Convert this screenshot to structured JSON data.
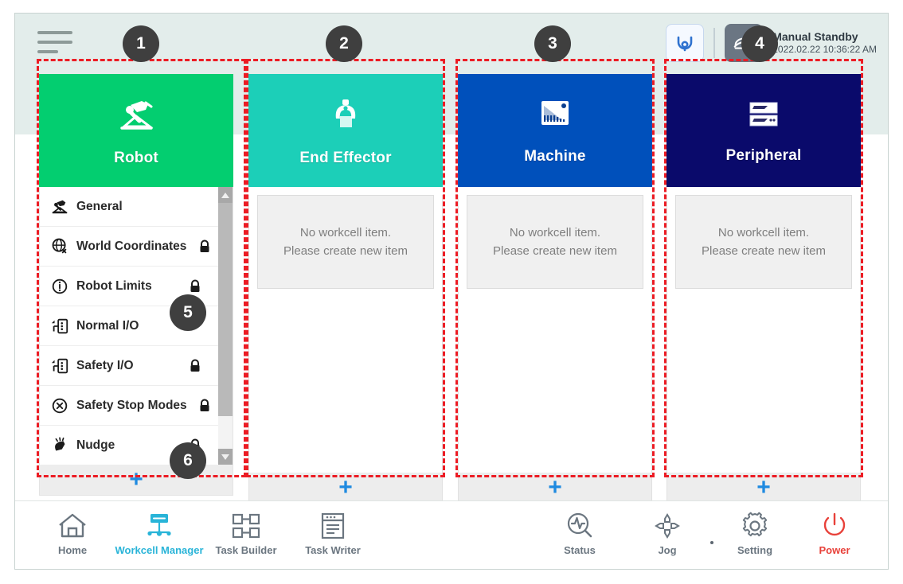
{
  "header": {
    "menu_icon": "hamburger-menu-icon",
    "home_button_icon": "robot-home-icon",
    "mode_icon": "manual-hand-icon",
    "status_title": "Manual Standby",
    "status_time": "2022.02.22 10:36:22 AM"
  },
  "columns": [
    {
      "key": "robot",
      "title": "Robot",
      "icon": "robot-arm-icon",
      "color": "#03ce70",
      "type": "list",
      "add_label": "+",
      "items": [
        {
          "label": "General",
          "icon": "robot-arm-icon",
          "locked": false,
          "lock_spaced": false
        },
        {
          "label": "World Coordinates",
          "icon": "globe-axis-icon",
          "locked": true,
          "lock_spaced": false
        },
        {
          "label": "Robot Limits",
          "icon": "limits-circle-icon",
          "locked": true,
          "lock_spaced": true
        },
        {
          "label": "Normal I/O",
          "icon": "io-port-icon",
          "locked": false,
          "lock_spaced": true
        },
        {
          "label": "Safety I/O",
          "icon": "io-port-icon",
          "locked": true,
          "lock_spaced": true
        },
        {
          "label": "Safety Stop Modes",
          "icon": "stop-octagon-icon",
          "locked": true,
          "lock_spaced": false
        },
        {
          "label": "Nudge",
          "icon": "nudge-hand-icon",
          "locked": true,
          "lock_spaced": true
        }
      ]
    },
    {
      "key": "end-effector",
      "title": "End Effector",
      "icon": "gripper-icon",
      "color": "#1ccfb8",
      "type": "empty",
      "add_label": "+",
      "empty_line1": "No workcell item.",
      "empty_line2": "Please create new item"
    },
    {
      "key": "machine",
      "title": "Machine",
      "icon": "machine-chart-icon",
      "color": "#0050bb",
      "type": "empty",
      "add_label": "+",
      "empty_line1": "No workcell item.",
      "empty_line2": "Please create new item"
    },
    {
      "key": "peripheral",
      "title": "Peripheral",
      "icon": "peripheral-rack-icon",
      "color": "#0a0a6b",
      "type": "empty",
      "add_label": "+",
      "empty_line1": "No workcell item.",
      "empty_line2": "Please create new item"
    }
  ],
  "bottom_nav": [
    {
      "label": "Home",
      "icon": "home-icon",
      "active": false
    },
    {
      "label": "Workcell Manager",
      "icon": "workcell-manager-icon",
      "active": true
    },
    {
      "label": "Task Builder",
      "icon": "task-builder-icon",
      "active": false
    },
    {
      "label": "Task Writer",
      "icon": "task-writer-icon",
      "active": false
    },
    {
      "label": "Status",
      "icon": "status-scope-icon",
      "active": false
    },
    {
      "label": "Jog",
      "icon": "jog-dpad-icon",
      "active": false
    },
    {
      "label": "Setting",
      "icon": "gear-icon",
      "active": false
    },
    {
      "label": "Power",
      "icon": "power-icon",
      "active": false
    }
  ],
  "annotations": [
    {
      "n": "1"
    },
    {
      "n": "2"
    },
    {
      "n": "3"
    },
    {
      "n": "4"
    },
    {
      "n": "5"
    },
    {
      "n": "6"
    }
  ],
  "colors": {
    "annotation": "#ec1c24",
    "badge": "#3f3f3f",
    "accent_blue": "#1f8ae0",
    "nav_active": "#29b4d8",
    "power": "#e8413a",
    "header_bg": "#e3edeb"
  }
}
